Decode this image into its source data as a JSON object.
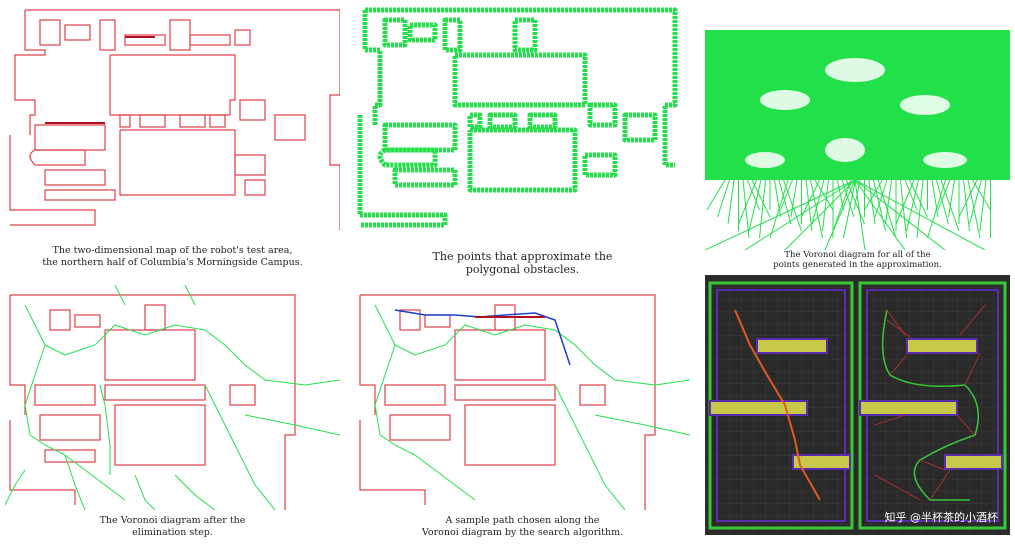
{
  "figure": {
    "panels": [
      {
        "id": "map",
        "caption_line1": "The two-dimensional map of the robot's test area,",
        "caption_line2": "the northern half of Columbia's Morningside Campus."
      },
      {
        "id": "points",
        "caption_line1": "The points that approximate the",
        "caption_line2": "polygonal obstacles."
      },
      {
        "id": "voronoi-all",
        "caption_line1": "The Voronoi diagram for all of the",
        "caption_line2": "points generated in the approximation."
      },
      {
        "id": "voronoi-eliminated",
        "caption_line1": "The Voronoi diagram after the",
        "caption_line2": "elimination step."
      },
      {
        "id": "sample-path",
        "caption_line1": "A sample path chosen along the",
        "caption_line2": "Voronoi diagram by the search algorithm."
      },
      {
        "id": "grid-paths",
        "watermark": "知乎 @半杯茶的小酒杯"
      }
    ]
  },
  "colors": {
    "map": "#e0404a",
    "points": "#22e04a",
    "voronoi": "#22e04a",
    "path": "#1a3fd0",
    "grid_bg": "#2a2a2a",
    "bar": "#c8c84a",
    "bar_border": "#5a2db0"
  }
}
